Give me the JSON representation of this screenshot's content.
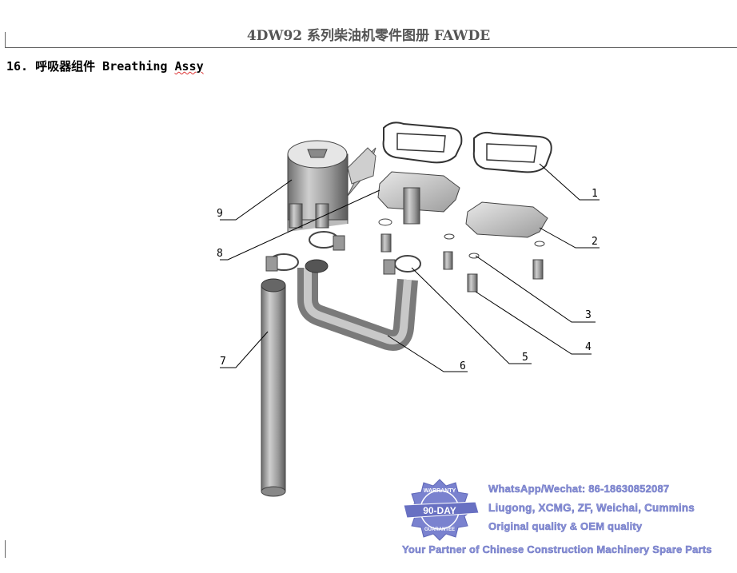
{
  "header": {
    "title": "4DW92 系列柴油机零件图册    FAWDE"
  },
  "section": {
    "number": "16.",
    "title_cn": "呼吸器组件",
    "title_en_a": "Breathing",
    "title_en_b": "Assy"
  },
  "drawing": {
    "callouts": [
      "1",
      "2",
      "3",
      "4",
      "5",
      "6",
      "7",
      "8",
      "9"
    ]
  },
  "watermark": {
    "badge_top": "WARRANTY",
    "badge_main": "90-DAY",
    "badge_bottom": "GUARANTEE",
    "contact": "WhatsApp/Wechat: 86-18630852087",
    "brands": "Liugong, XCMG, ZF, Weichai, Cummins",
    "quality": "Original quality & OEM quality",
    "tagline": "Your Partner of Chinese Construction Machinery Spare Parts",
    "colors": {
      "text": "#8b93d8",
      "badge": "#7a82cf"
    }
  }
}
